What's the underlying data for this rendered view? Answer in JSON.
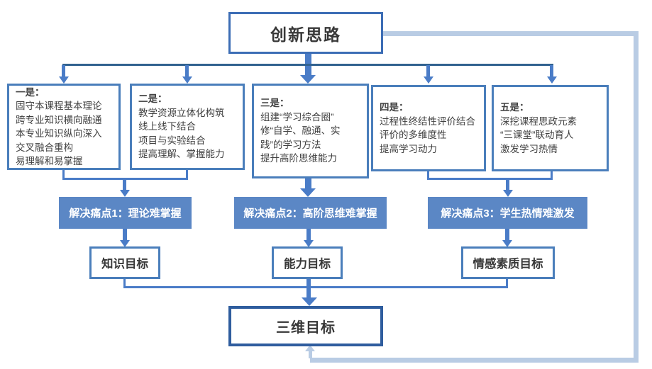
{
  "title": "创新思路",
  "strategy_boxes": [
    {
      "heading": "一是：",
      "lines": [
        "固守本课程基本理论",
        "跨专业知识横向融通",
        "本专业知识纵向深入",
        "交叉融合重构",
        "易理解和易掌握"
      ]
    },
    {
      "heading": "二是：",
      "lines": [
        "教学资源立体化构筑",
        "线上线下结合",
        "项目与实验结合",
        "提高理解、掌握能力"
      ]
    },
    {
      "heading": "三是：",
      "lines": [
        "组建“学习综合圈”",
        "修“自学、融通、实",
        "践”的学习方法",
        "提升高阶思维能力"
      ]
    },
    {
      "heading": "四是：",
      "lines": [
        "过程性终结性评价结合",
        "评价的多维度性",
        "提高学习动力"
      ]
    },
    {
      "heading": "五是：",
      "lines": [
        "深挖课程思政元素",
        "“三课堂”联动育人",
        "激发学习热情"
      ]
    }
  ],
  "pain_points": [
    {
      "label": "解决痛点1：理论难掌握"
    },
    {
      "label": "解决痛点2：高阶思维难掌握"
    },
    {
      "label": "解决痛点3：学生热情难激发"
    }
  ],
  "goals": [
    {
      "label": "知识目标"
    },
    {
      "label": "能力目标"
    },
    {
      "label": "情感素质目标"
    }
  ],
  "final_goal": "三维目标",
  "colors": {
    "box_border": "#4a7ebb",
    "title_border": "#3c6db5",
    "final_border": "#2f5d9e",
    "pain_fill": "#5b87c5",
    "connector": "#4a7cc7",
    "connector_dark": "#31618f",
    "feedback_loop": "#b9cce4"
  }
}
